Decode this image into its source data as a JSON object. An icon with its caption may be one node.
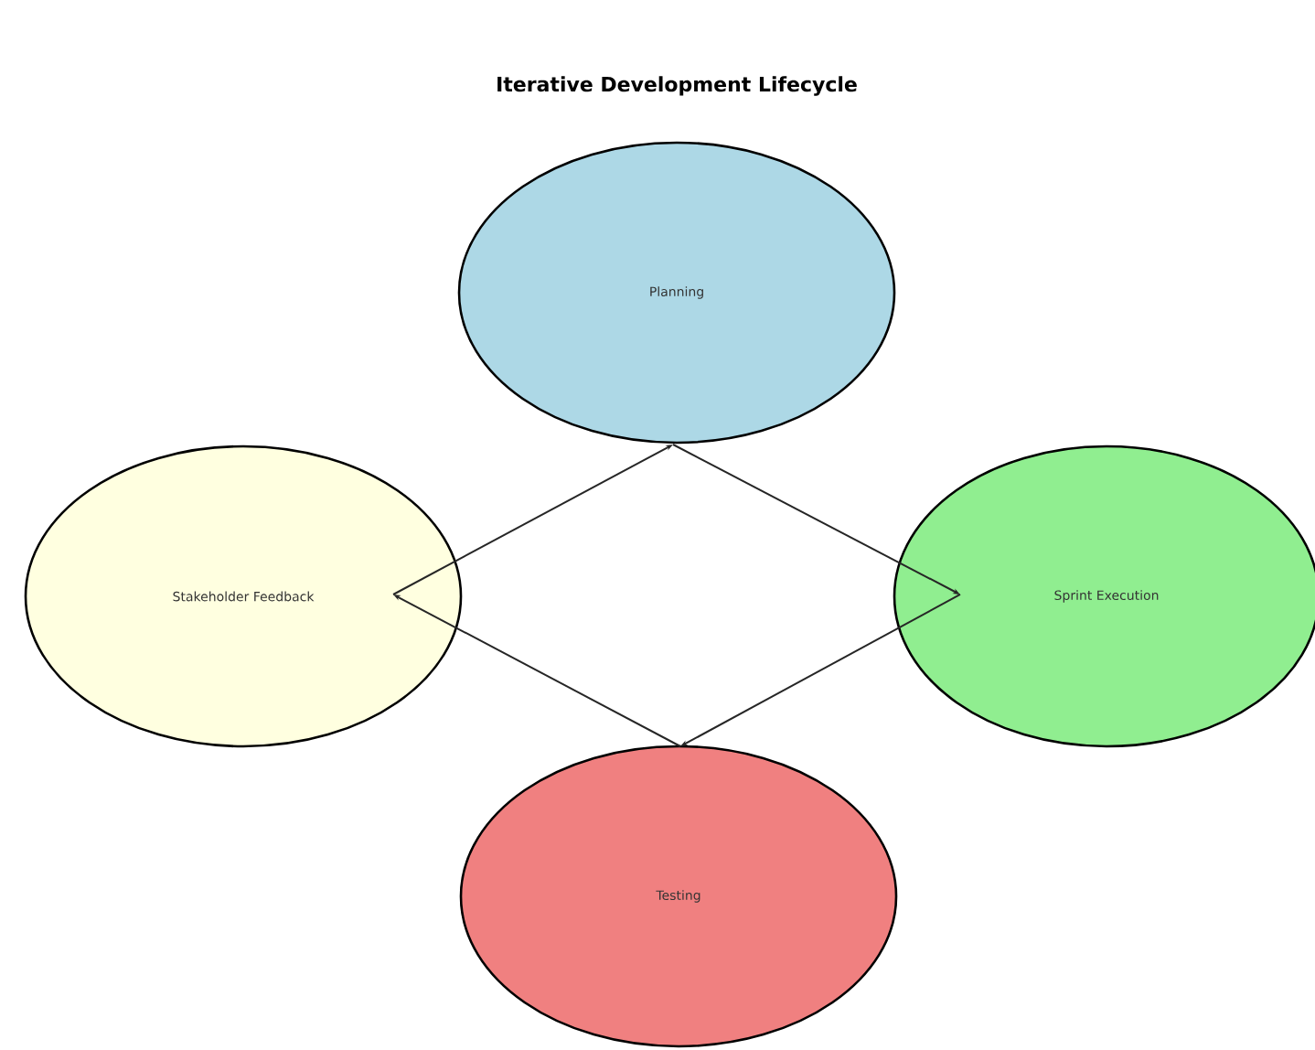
{
  "diagram": {
    "title": "Iterative Development Lifecycle",
    "nodes": [
      {
        "text": [
          "Planning"
        ]
      },
      {
        "text": [
          "Stakeholder Feedback"
        ]
      },
      {
        "text": [
          "Sprint Execution"
        ]
      },
      {
        "text": [
          "Testing"
        ]
      }
    ],
    "edges": [
      {
        "from": 0,
        "to": 2,
        "arrow": "to"
      },
      {
        "from": 2,
        "to": 3,
        "arrow": "to"
      },
      {
        "from": 3,
        "to": 1,
        "arrow": "to"
      },
      {
        "from": 1,
        "to": 0,
        "arrow": "to"
      }
    ]
  }
}
